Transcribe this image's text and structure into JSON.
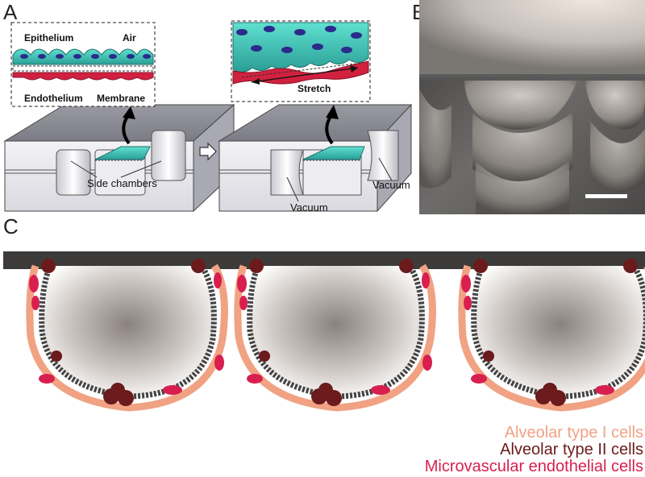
{
  "panels": {
    "a": "A",
    "b": "B",
    "c": "C"
  },
  "panel_a": {
    "inset_left": {
      "epithelium": "Epithelium",
      "air": "Air",
      "endothelium": "Endothelium",
      "membrane": "Membrane"
    },
    "side_chambers": "Side chambers",
    "inset_right": {
      "stretch": "Stretch"
    },
    "vacuum_left": "Vacuum",
    "vacuum_right": "Vacuum"
  },
  "legend": {
    "type1": {
      "label": "Alveolar type I cells",
      "color": "#f0a283"
    },
    "type2": {
      "label": "Alveolar type II cells",
      "color": "#6b1b1b"
    },
    "endothelial": {
      "label": "Microvascular endothelial cells",
      "color": "#d81f4f"
    }
  }
}
